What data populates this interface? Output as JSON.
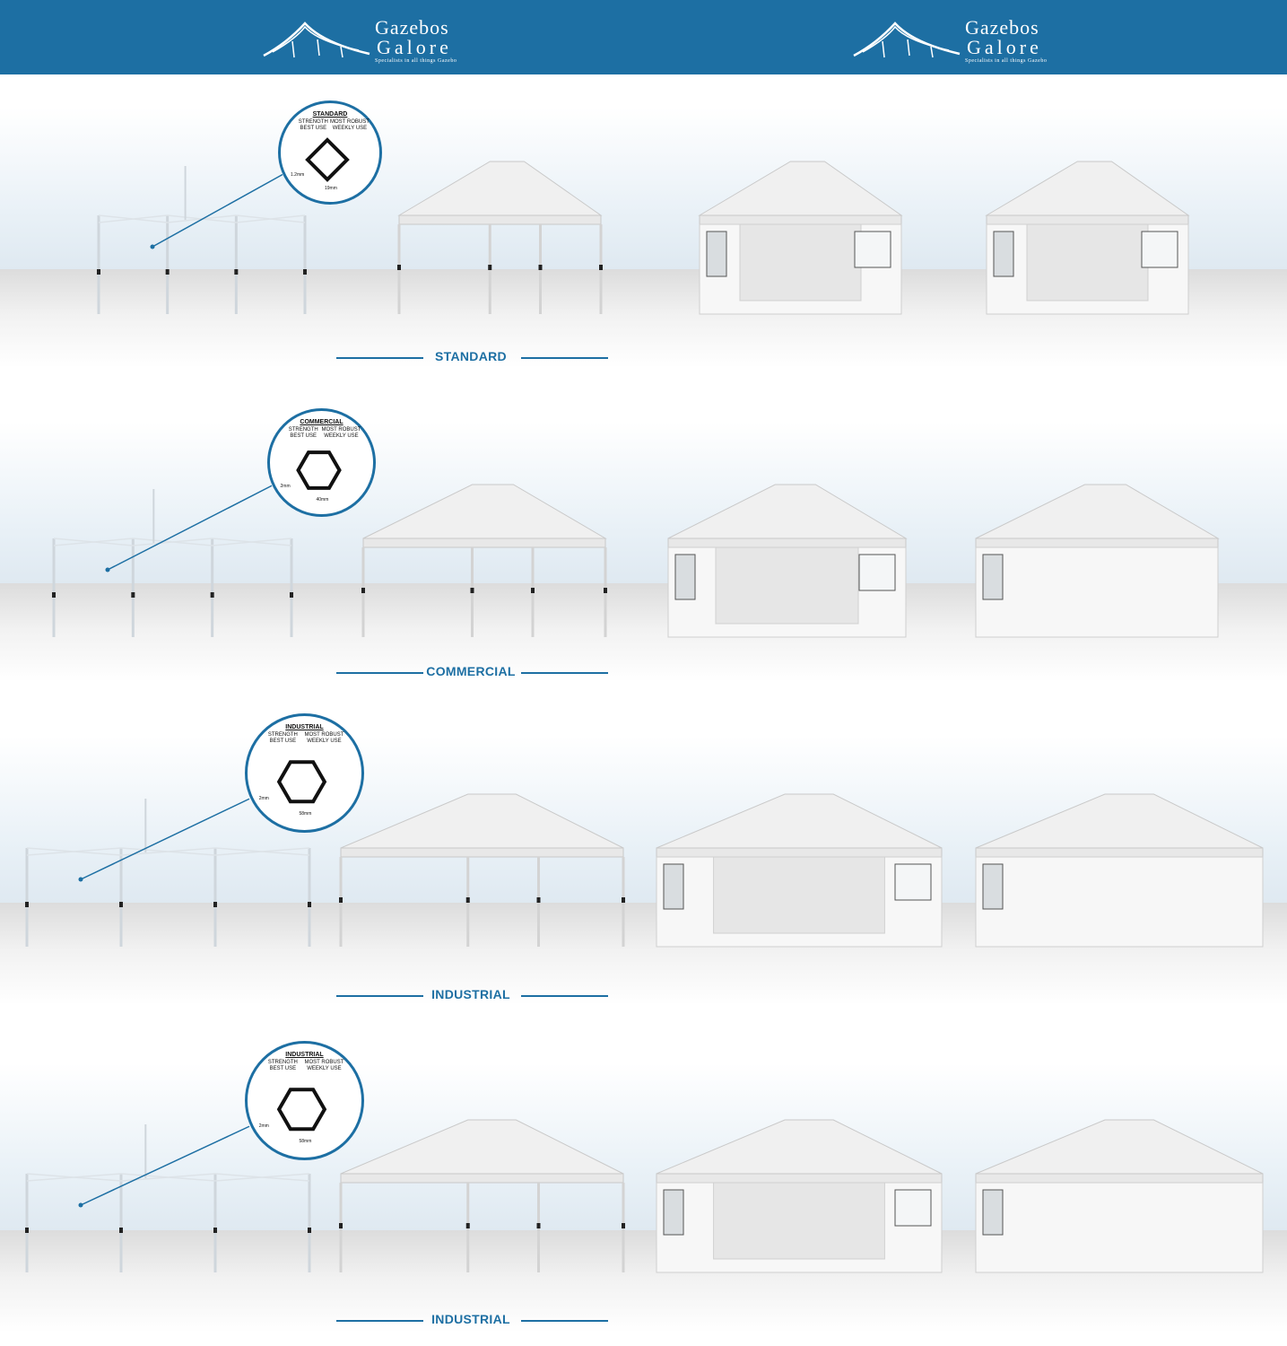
{
  "brand": {
    "name_line1": "Gazebos",
    "name_line2": "Galore",
    "tagline": "Specialists in all things Gazebo",
    "color": "#1d6fa3"
  },
  "sections": [
    {
      "label": "STANDARD",
      "badge": {
        "title": "STANDARD",
        "col1": "STRENGTH\nBEST USE",
        "col2": "MOST ROBUST\nWEEKLY USE",
        "dim_a": "1.2mm",
        "dim_b": "19mm",
        "shape": "square"
      },
      "wall_styles": [
        "frame",
        "open-canopy",
        "three-walls",
        "three-walls"
      ]
    },
    {
      "label": "COMMERCIAL",
      "badge": {
        "title": "COMMERCIAL",
        "col1": "STRENGTH\nBEST USE",
        "col2": "MOST ROBUST\nWEEKLY USE",
        "dim_a": "2mm",
        "dim_b": "40mm",
        "shape": "hexagon"
      },
      "wall_styles": [
        "frame",
        "open-canopy",
        "three-walls",
        "four-walls"
      ]
    },
    {
      "label": "INDUSTRIAL",
      "badge": {
        "title": "INDUSTRIAL",
        "col1": "STRENGTH\nBEST USE",
        "col2": "MOST ROBUST\nWEEKLY USE",
        "dim_a": "2mm",
        "dim_b": "58mm",
        "shape": "hexagon"
      },
      "wall_styles": [
        "frame",
        "open-canopy",
        "three-walls",
        "four-walls"
      ]
    },
    {
      "label": "INDUSTRIAL",
      "badge": {
        "title": "INDUSTRIAL",
        "col1": "STRENGTH\nBEST USE",
        "col2": "MOST ROBUST\nWEEKLY USE",
        "dim_a": "2mm",
        "dim_b": "58mm",
        "shape": "hexagon"
      },
      "wall_styles": [
        "frame",
        "open-canopy",
        "three-walls",
        "four-walls"
      ]
    }
  ]
}
